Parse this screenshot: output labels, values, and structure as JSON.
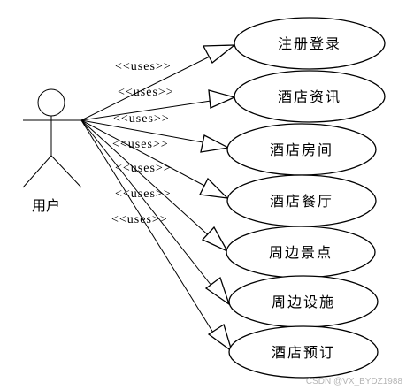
{
  "actor": {
    "label": "用户"
  },
  "use_cases": [
    {
      "id": "register-login",
      "label": "注册登录",
      "stereotype": "<<uses>>"
    },
    {
      "id": "hotel-news",
      "label": "酒店资讯",
      "stereotype": "<<uses>>"
    },
    {
      "id": "hotel-rooms",
      "label": "酒店房间",
      "stereotype": "<<uses>>"
    },
    {
      "id": "hotel-restaurant",
      "label": "酒店餐厅",
      "stereotype": "<<uses>>"
    },
    {
      "id": "nearby-attractions",
      "label": "周边景点",
      "stereotype": "<<uses>>"
    },
    {
      "id": "nearby-facilities",
      "label": "周边设施",
      "stereotype": "<<uses>>"
    },
    {
      "id": "hotel-booking",
      "label": "酒店预订",
      "stereotype": "<<uses>>"
    }
  ],
  "watermark": "CSDN @VX_BYDZ1988"
}
